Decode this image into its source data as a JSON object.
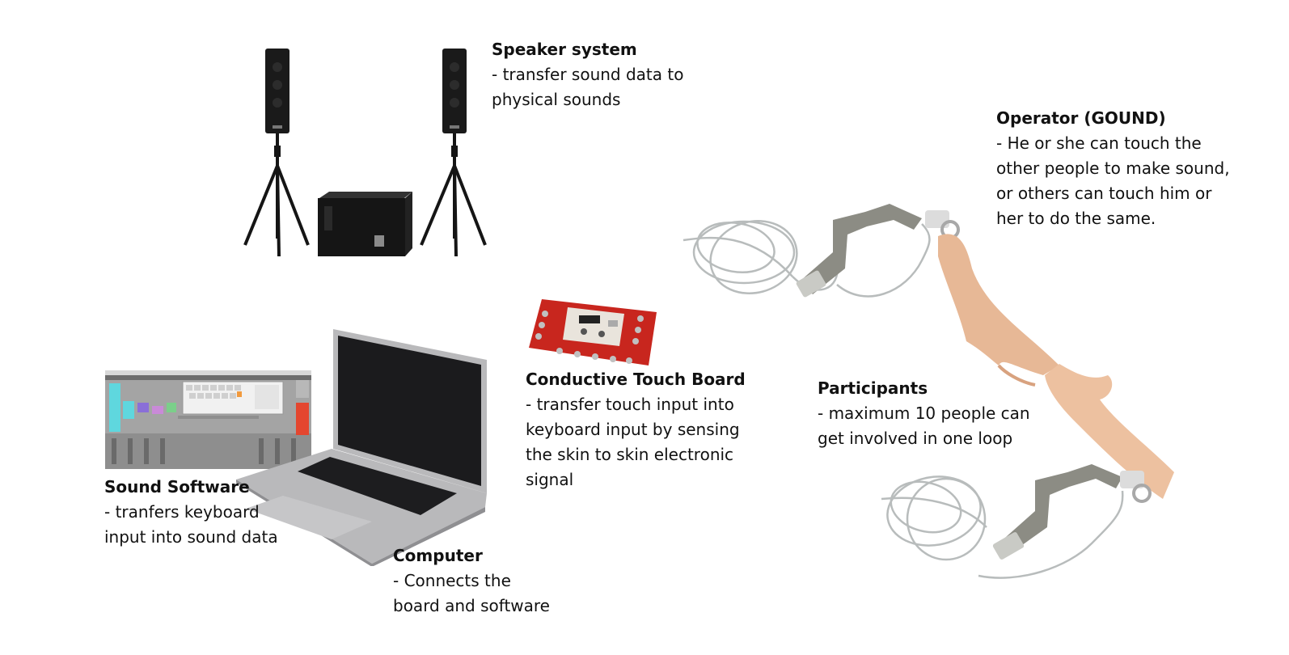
{
  "labels": {
    "speaker": {
      "title": "Speaker system",
      "desc": "- transfer sound data to\nphysical sounds"
    },
    "operator": {
      "title": "Operator (GOUND)",
      "desc": "- He or she can touch the\nother people to make sound,\nor others can touch him or\nher to do the same."
    },
    "board": {
      "title": "Conductive Touch Board",
      "desc": "- transfer touch input into\nkeyboard input by sensing\nthe skin to skin electronic\nsignal"
    },
    "participants": {
      "title": "Participants",
      "desc": "- maximum 10 people can\nget involved in one loop"
    },
    "software": {
      "title": "Sound Software",
      "desc": "- tranfers keyboard\ninput into sound data"
    },
    "computer": {
      "title": "Computer",
      "desc": "- Connects the\nboard and software"
    }
  },
  "colors": {
    "text": "#111111",
    "speaker_body": "#1a1a1a",
    "board_red": "#c8261e",
    "laptop_silver": "#b9b9bb",
    "laptop_screen": "#1b1b1d",
    "strap": "#8c8c84",
    "wire": "#b8bcbc",
    "skin": "#e7b896",
    "daw_panel": "#8e8e8e",
    "daw_cyan": "#5fd7de",
    "daw_red": "#e4462f"
  }
}
